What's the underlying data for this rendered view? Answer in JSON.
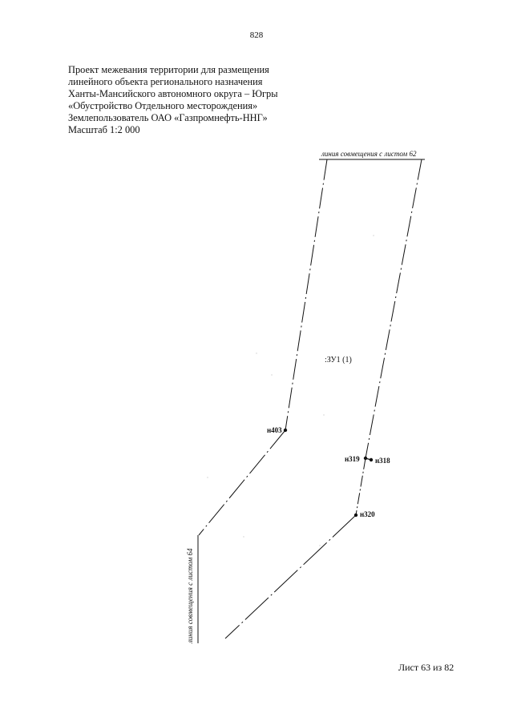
{
  "page_number": "828",
  "header": {
    "lines": [
      "Проект межевания территории для размещения",
      "линейного объекта регионального назначения",
      "Ханты-Мансийского автономного округа – Югры",
      "«Обустройство Отдельного месторождения»",
      "Землепользователь ОАО «Газпромнефть-ННГ»",
      "Масштаб 1:2 000"
    ]
  },
  "map": {
    "match_line_top": "линия совмещения с листом 62",
    "match_line_left": "линия совмещения с листом 64",
    "parcel_label": ":ЗУ1 (1)",
    "points": {
      "n403": "н403",
      "n319": "н319",
      "n318": "н318",
      "n320": "н320"
    }
  },
  "footer": {
    "sheet": "Лист 63 из 82"
  }
}
